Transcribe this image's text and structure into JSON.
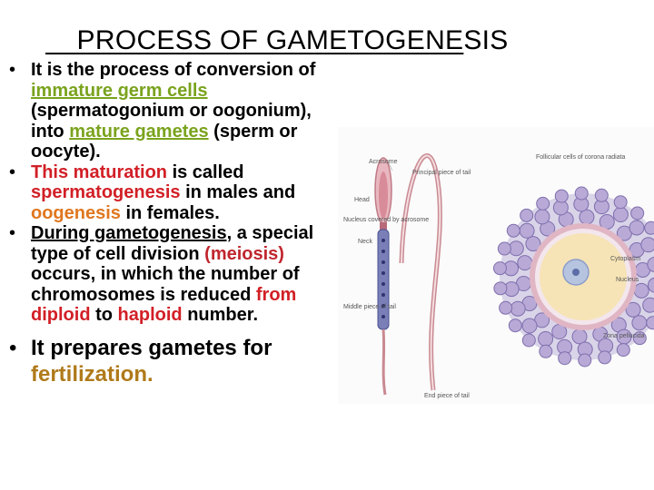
{
  "title": {
    "underlined_part": "    PROCESS OF GAMETOGENE",
    "rest": "SIS"
  },
  "bullets": [
    {
      "t1": "It is the process of conversion of ",
      "t2": "immature germ cells",
      "t3": " (spermatogonium or oogonium), into ",
      "t4": "mature gametes",
      "t5": " (sperm or oocyte)."
    },
    {
      "t1": "This maturation",
      "t2": " is called ",
      "t3": "spermatogenesis",
      "t4": " in males and ",
      "t5": "oogenesis",
      "t6": " in females."
    },
    {
      "t1": "During gametogenesis,",
      "t2": " a special type of cell division ",
      "t3": "(meiosis)",
      "t4": " occurs, in which the number of chromosomes is reduced ",
      "t5": "from diploid",
      "t6": " to ",
      "t7": "haploid",
      "t8": " number."
    },
    {
      "t1": "It prepares gametes for ",
      "t2": "fertilization."
    }
  ],
  "figure": {
    "sperm_labels": {
      "acrosome": "Acrosome",
      "principal_piece": "Principal piece of tail",
      "head": "Head",
      "nucleus": "Nucleus covered by acrosome",
      "neck": "Neck",
      "middle_piece": "Middle piece of tail",
      "end_piece": "End piece of tail"
    },
    "oocyte_labels": {
      "follicular_cells": "Follicular cells of corona radiata",
      "cytoplasm": "Cytoplasm",
      "nucleus": "Nucleus",
      "zona": "Zona pellucida"
    }
  }
}
